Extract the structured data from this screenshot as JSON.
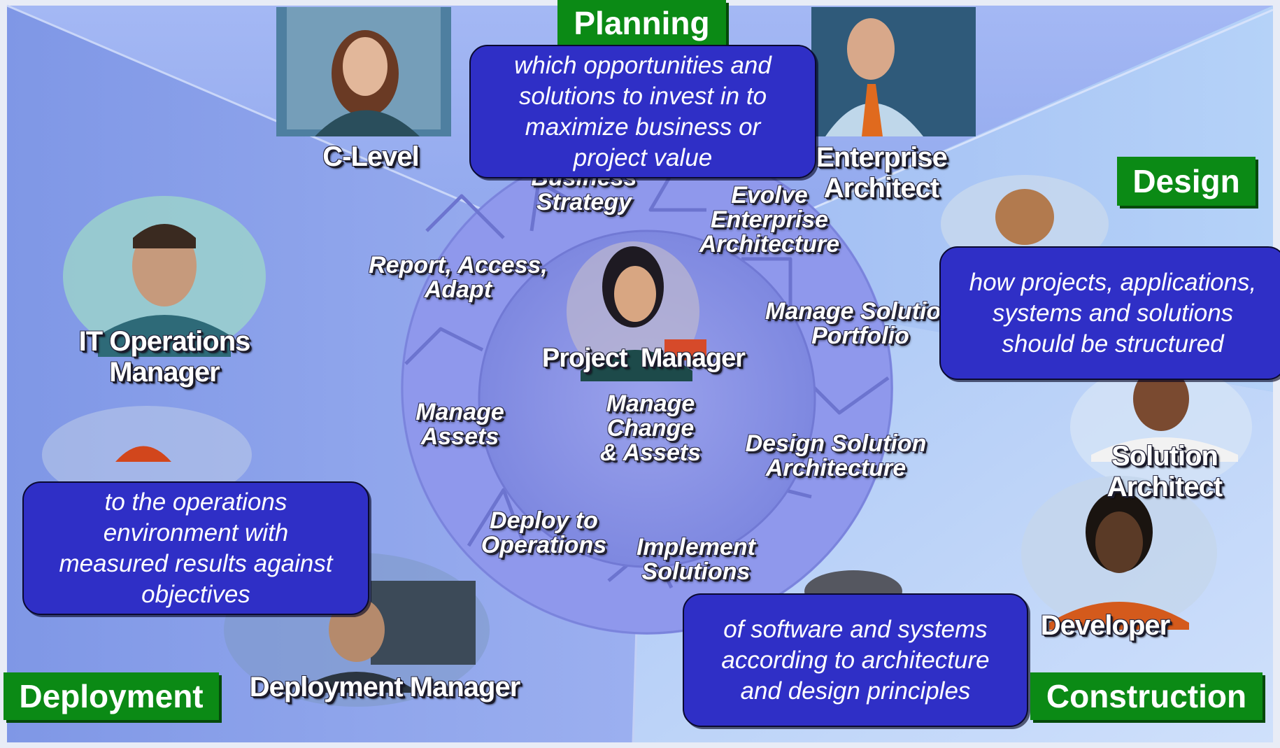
{
  "phases": {
    "planning": "Planning",
    "design": "Design",
    "deployment": "Deployment",
    "construction": "Construction"
  },
  "callouts": {
    "planning": "which opportunities and\nsolutions to invest in to\nmaximize business or\nproject value",
    "design": "how projects, applications,\nsystems and solutions\nshould be structured",
    "deployment": "to the operations\nenvironment with\nmeasured results against\nobjectives",
    "construction": "of software and systems\naccording to architecture\nand design principles"
  },
  "roles": {
    "c_level": "C-Level",
    "enterprise_architect": "Enterprise\nArchitect",
    "it_operations_manager": "IT Operations\nManager",
    "project_manager": "Project  Manager",
    "solution_architect": "Solution\nArchitect",
    "developer": "Developer",
    "deployment_manager": "Deployment Manager"
  },
  "steps": {
    "business_strategy": "Business\nStrategy",
    "evolve_ea": "Evolve\nEnterprise\nArchitecture",
    "report_access": "Report, Access,\nAdapt",
    "manage_portfolio": "Manage Solution\nPortfolio",
    "manage_assets": "Manage\nAssets",
    "manage_change": "Manage\nChange\n& Assets",
    "design_solution": "Design Solution\nArchitecture",
    "deploy_ops": "Deploy to\nOperations",
    "implement": "Implement\nSolutions"
  },
  "colors": {
    "phase_green": "#0b8a15",
    "callout_blue": "#2f2fc6",
    "ring_blue": "#8c95ee",
    "background_blue": "#94aef0"
  }
}
